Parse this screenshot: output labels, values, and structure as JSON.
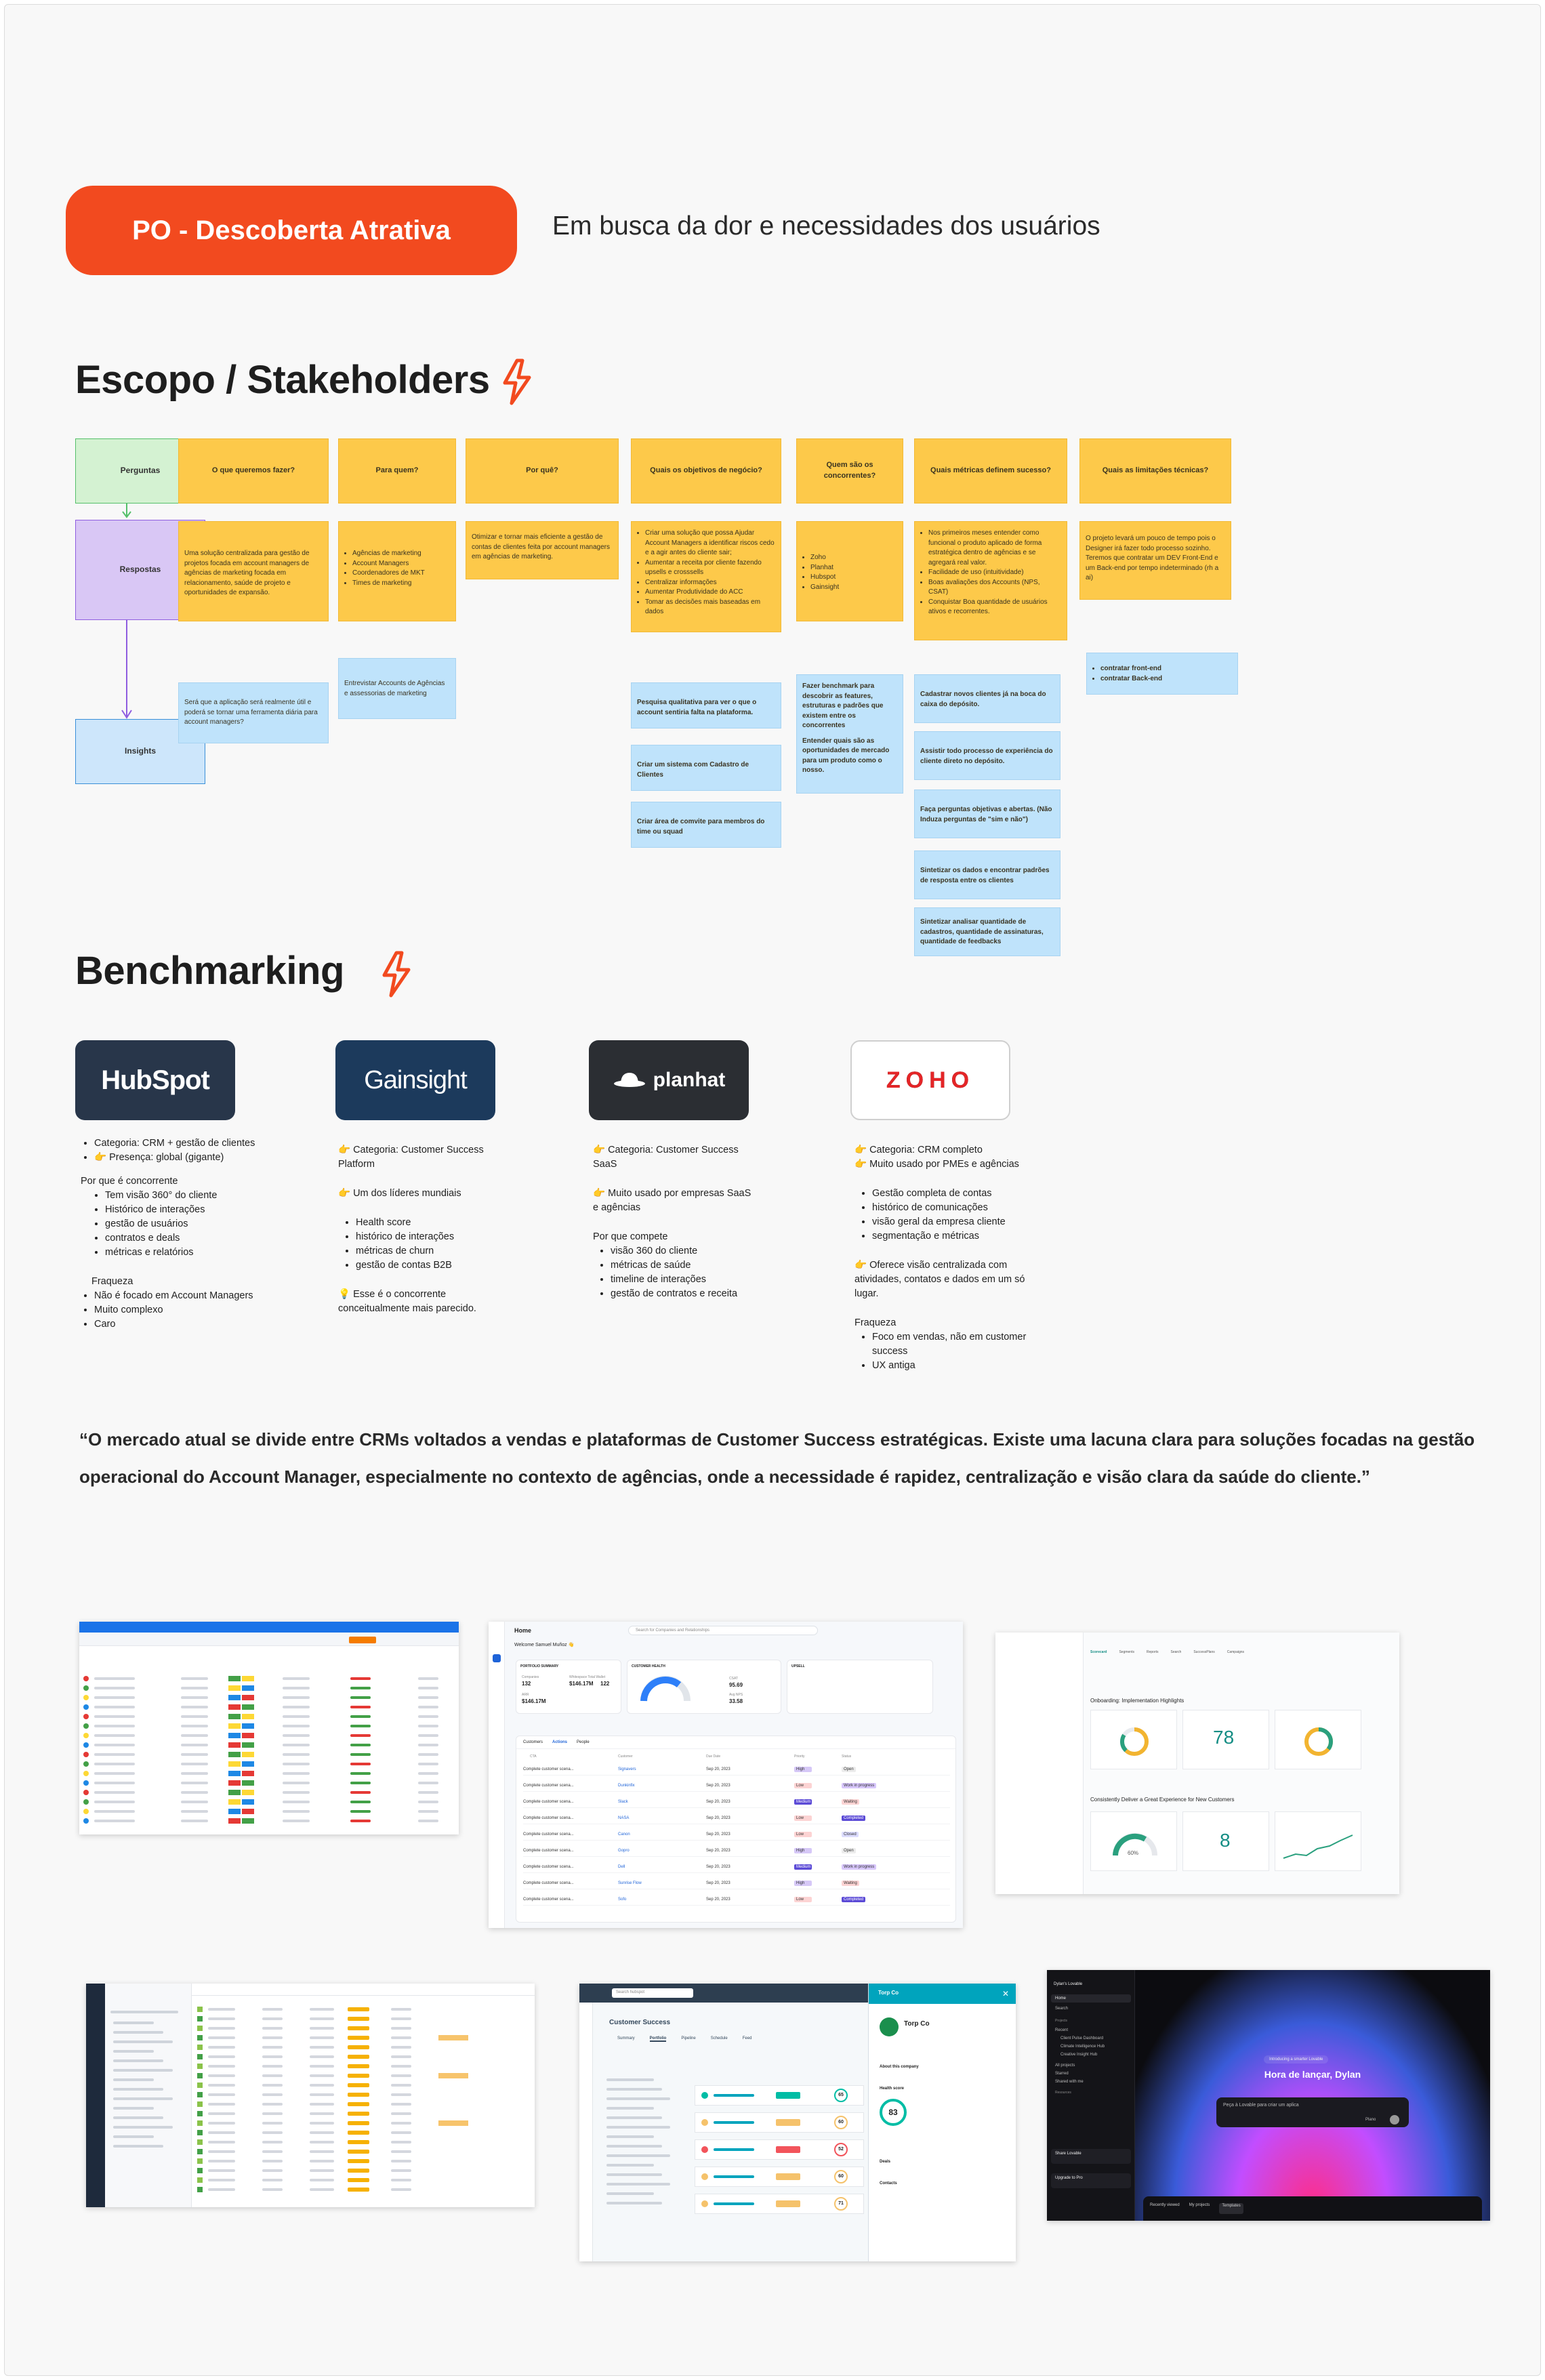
{
  "header": {
    "pill": "PO - Descoberta Atrativa",
    "subtitle": "Em busca da dor e necessidades dos usuários"
  },
  "scope": {
    "title": "Escopo / Stakeholders",
    "side": {
      "perguntas": "Perguntas",
      "respostas": "Respostas",
      "insights": "Insights"
    },
    "questions": [
      "O que queremos  fazer?",
      "Para quem?",
      "Por quê?",
      "Quais os objetivos de negócio?",
      "Quem são os concorrentes?",
      "Quais métricas definem  sucesso?",
      "Quais as limitações técnicas?"
    ],
    "a1": "Uma solução centralizada para gestão de projetos focada em account managers de agências de marketing focada em relacionamento, saúde de projeto e oportunidades de expansão.",
    "a2": [
      "Agências de marketing",
      "Account Managers",
      "Coordenadores de MKT",
      "Times de marketing"
    ],
    "a3": "Otimizar e tornar mais eficiente a gestão de contas de clientes feita por account managers em agências de marketing.",
    "a4": [
      "Criar uma solução que possa Ajudar Account Managers a identificar riscos cedo e a agir antes do cliente sair;",
      "Aumentar a receita por cliente fazendo upsells e crosssells",
      "Centralizar informações",
      "Aumentar Produtividade do ACC",
      "Tomar as decisões mais baseadas em dados"
    ],
    "a5": [
      "Zoho",
      "Planhat",
      "Hubspot",
      "Gainsight"
    ],
    "a6": [
      "Nos primeiros meses entender  como funcional o produto  aplicado de forma estratégica  dentro de agências e se agregará real valor.",
      "Facilidade de uso (intuitividade)",
      "Boas avaliações dos Accounts (NPS, CSAT)",
      "Conquistar Boa quantidade de usuários ativos e recorrentes."
    ],
    "a7": "O projeto levará um pouco de tempo pois o Designer irá fazer todo processo  sozinho. Teremos que contratar um DEV Front-End e um Back-end por tempo indeterminado (rh a ai)",
    "i1": "Será que a aplicação será realmente útil e poderá se tornar uma ferramenta diária para account managers?",
    "i2": "Entrevistar Accounts de Agências e assessorias de marketing",
    "i4a": "Pesquisa qualitativa para ver o que o account sentiria falta na plataforma.",
    "i4b": "Criar um sistema com Cadastro de Clientes",
    "i4c": "Criar área de comvite para membros do time ou squad",
    "i5p1": "Fazer benchmark para descobrir as features, estruturas e padrões que existem entre os concorrentes",
    "i5p2": "Entender quais são as oportunidades de mercado para um produto como o nosso.",
    "i6": [
      "Cadastrar novos clientes  já na boca do caixa  do  depósito.",
      "Assistir todo processo de  experiência do cliente  direto no depósito.",
      "Faça perguntas  objetivas e  abertas. (Não Induza perguntas  de  \"sim e não\")",
      "Sintetizar os dados e  encontrar padrões de resposta entre os  clientes",
      "Sintetizar analisar  quantidade de cadastros, quantidade de  assinaturas, quantidade  de feedbacks"
    ],
    "i7": [
      "contratar front-end",
      "contratar Back-end"
    ]
  },
  "benchmarking": {
    "title": "Benchmarking",
    "logos": {
      "hubspot": "HubSpot",
      "gainsight": "Gainsight",
      "planhat": "planhat",
      "zoho": "ZOHO"
    },
    "hubspot": {
      "top": [
        "Categoria: CRM + gestão de clientes",
        "👉 Presença: global (gigante)"
      ],
      "why": "Por que é concorrente",
      "whyList": [
        "Tem visão 360° do cliente",
        "Histórico de interações",
        "gestão de usuários",
        "contratos e deals",
        "métricas e relatórios"
      ],
      "weak": "Fraqueza",
      "weakList": [
        "Não é focado em Account Managers",
        "Muito complexo",
        "Caro"
      ]
    },
    "gainsight": {
      "cat": "👉 Categoria: Customer Success Platform",
      "leader": "👉 Um dos líderes mundiais",
      "list": [
        "Health score",
        "histórico de interações",
        "métricas de churn",
        "gestão de contas B2B"
      ],
      "tip": "💡 Esse é o concorrente conceitualmente mais parecido."
    },
    "planhat": {
      "cat": "👉 Categoria: Customer Success SaaS",
      "used": "👉 Muito usado por empresas SaaS e agências",
      "why": "Por que compete",
      "list": [
        "visão 360 do cliente",
        "métricas de saúde",
        "timeline de interações",
        "gestão de contratos e receita"
      ]
    },
    "zoho": {
      "cat": "👉 Categoria: CRM completo",
      "used": "👉 Muito usado por PMEs e agências",
      "list": [
        "Gestão completa de contas",
        "histórico de comunicações",
        "visão geral da empresa cliente",
        "segmentação e métricas"
      ],
      "offer": "👉 Oferece visão centralizada com atividades, contatos e dados em um só lugar.",
      "weak": "Fraqueza",
      "weakList": [
        "Foco em vendas, não em customer success",
        "UX antiga"
      ]
    }
  },
  "quote": "“O mercado atual se divide entre CRMs voltados a vendas e plataformas de Customer Success estratégicas. Existe uma lacuna clara para soluções focadas na gestão operacional do Account Manager, especialmente no contexto de agências, onde a necessidade é rapidez, centralização e visão clara da saúde do cliente.”",
  "screens": {
    "s2": {
      "home": "Home",
      "search": "Search for Companies and Relationships",
      "welcome": "Welcome Samuel Muñoz 👋",
      "portfolio": "PORTFOLIO SUMMARY",
      "companies": "Companies",
      "companiesVal": "132",
      "arr": "ARR",
      "arrVal": "$146.17M",
      "wallet": "Whitespace Total Wallet",
      "walletVal": "$146.17M",
      "wsCompanies": "122",
      "csHealth": "CUSTOMER HEALTH",
      "csat": "CSAT",
      "csatVal": "95.69",
      "nps": "Avg NPS",
      "npsVal": "33.58",
      "upsell": "UPSELL",
      "tabs": [
        "Customers",
        "Actions",
        "People"
      ],
      "rowLabel": "Complete customer scena...",
      "colHeaders": [
        "CTA",
        "Customer",
        "Due Date",
        "Priority",
        "Status"
      ],
      "customers": [
        "Signavers",
        "Dunkinfix",
        "Slack",
        "NASA",
        "Canon",
        "Gopro",
        "Dell",
        "Sunrise Flow",
        "Sofo"
      ],
      "date": "Sep 20, 2023",
      "priorities": [
        "High",
        "Low",
        "Medium",
        "Low",
        "Low",
        "High",
        "Medium",
        "High",
        "Low"
      ],
      "statuses": [
        "Open",
        "Work in progress",
        "Waiting",
        "Completed",
        "Closed",
        "Open",
        "Work in progress",
        "Waiting",
        "Completed"
      ]
    },
    "s3": {
      "heading": "Onboarding: Implementation Highlights",
      "gaugeVal": "78",
      "dialVal": "8",
      "progressVal": "60%",
      "heading2": "Consistently Deliver a Great Experience for New Customers",
      "tabs": [
        "Scorecard",
        "Segments",
        "Reports",
        "Search",
        "SuccessPlans",
        "Campaigns"
      ]
    },
    "s5": {
      "search": "Search hubspot",
      "title": "Customer Success",
      "tabs": [
        "Summary",
        "Portfolio",
        "Pipeline",
        "Schedule",
        "Feed"
      ],
      "panelTitle": "Torp Co",
      "company": "Torp Co",
      "about": "About this company",
      "health": "Health score",
      "scoreVal": "83",
      "scores": [
        "65",
        "60",
        "52",
        "60",
        "71"
      ],
      "contacts": "Contacts",
      "deals": "Deals"
    },
    "s6": {
      "workspace": "Dylan's Lovable",
      "home": "Home",
      "search": "Search",
      "greeting": "Hora de lançar, Dylan",
      "banner": "Introducing a smarter Lovable",
      "prompt": "Peça à Lovable para criar um aplica",
      "planBtn": "Plano",
      "menu": [
        "Home",
        "Search",
        "Projects",
        "Recent",
        "Client Pulse Dashboard",
        "Climate Intelligence Hub",
        "Creative Insight Hub",
        "All projects",
        "Starred",
        "Shared with me",
        "Resources"
      ],
      "share": "Share Lovable",
      "upgrade": "Upgrade to Pro",
      "bottomTabs": [
        "Recently viewed",
        "My projects",
        "Templates"
      ]
    }
  },
  "colors": {
    "accent": "#f24a1f",
    "sticky_yellow": "#fdc94a",
    "sticky_blue": "#bfe3fb",
    "hubspot_bg": "#28364a",
    "hubspot_orange": "#ff7a59",
    "gainsight_bg": "#1c3a5c",
    "planhat_bg": "#2b2e33"
  }
}
